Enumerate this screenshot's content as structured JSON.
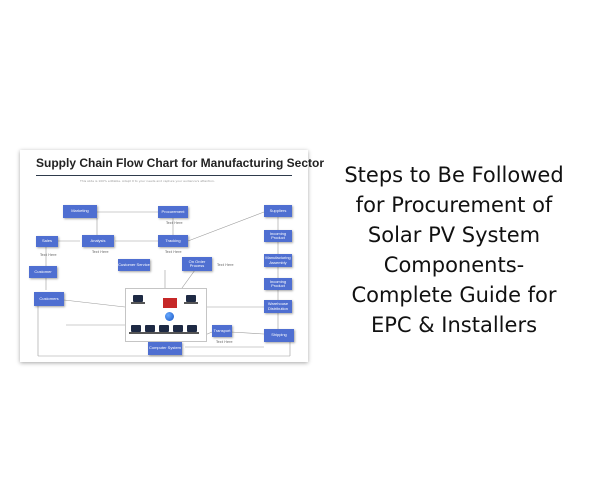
{
  "diagram": {
    "title": "Supply Chain Flow Chart for Manufacturing Sector",
    "subtitle": "This slide is 100% editable. Adapt it to your needs and capture your audience's attention.",
    "nodes": {
      "marketing": "Marketing",
      "procurement": "Procurement",
      "sales": "Sales",
      "analysis": "Analysis",
      "tracking": "Tracking",
      "customer_left": "Customer",
      "customer_service": "Customer Service",
      "on_order_process": "On Order Process",
      "customers": "Customers",
      "suppliers": "Suppliers",
      "incoming_product": "Incoming Product",
      "manufacturing_assembly": "Manufacturing Assembly",
      "incoming_packaging": "Incoming Product",
      "warehouse_distribution": "Warehouse Distribution",
      "transport": "Transport",
      "computer_system": "Computer System",
      "shipping": "Shipping"
    },
    "notes": [
      "Text Here",
      "Text Here",
      "Text Here",
      "Text Here",
      "Text Here",
      "Text Here"
    ]
  },
  "caption": {
    "lines": [
      "Steps to Be Followed",
      "for Procurement of",
      "Solar PV System",
      "Components-",
      "Complete Guide for",
      "EPC & Installers"
    ]
  }
}
